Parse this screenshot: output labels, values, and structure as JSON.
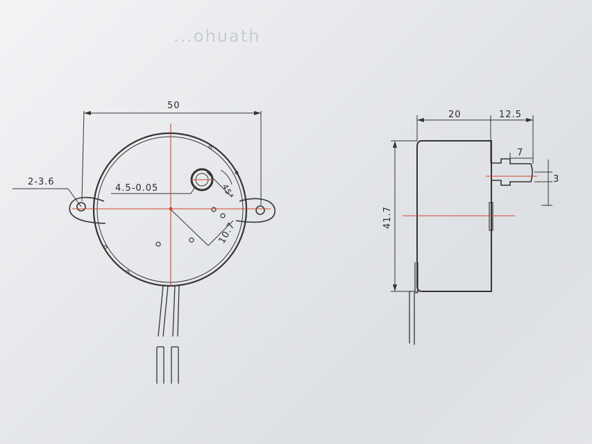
{
  "front_view": {
    "width_dim": "50",
    "mount_hole_dim": "2-3.6",
    "shaft_hole_dim": "4.5-0.05",
    "angle_dim": "45°",
    "offset_dim": "10.7"
  },
  "side_view": {
    "body_depth_dim": "20",
    "shaft_length_dim": "12.5",
    "flat_length_dim": "7",
    "flat_width_dim": "3",
    "height_dim": "41.7"
  },
  "ghost_text": "...ohuath"
}
